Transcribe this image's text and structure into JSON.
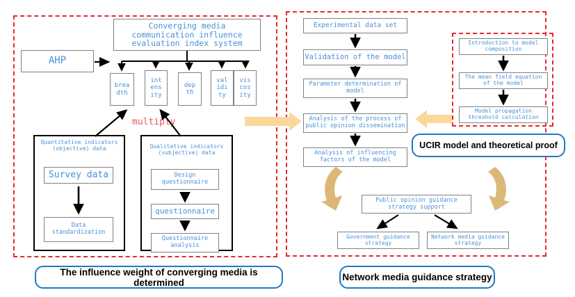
{
  "figure": {
    "left_panel": {
      "caption": "The influence weight of converging media is determined",
      "root_box": "Converging media\ncommunication influence\nevaluation index system",
      "method_box": "AHP",
      "multiply_label": "multiply",
      "indices": [
        {
          "label": "brea\ndth",
          "full": "breadth"
        },
        {
          "label": "int\nens\nity",
          "full": "intensity"
        },
        {
          "label": "dep\nth",
          "full": "depth"
        },
        {
          "label": "val\nidi\nty",
          "full": "validity"
        },
        {
          "label": "vis\ncos\nity",
          "full": "viscosity"
        }
      ],
      "quantitative": {
        "title": "Quantitative indicators\n(objective) data",
        "steps": [
          "Survey data",
          "Data\nstandardization"
        ]
      },
      "qualitative": {
        "title": "Qualitative indicators\n(subjective) data",
        "steps": [
          "Design\nquestionnaire",
          "questionnaire",
          "Questionnaire\nanalysis"
        ]
      }
    },
    "right_panel": {
      "caption": "Network media guidance strategy",
      "model_caption": "UCIR model and theoretical proof",
      "main_flow": [
        "Experimental data set",
        "Validation of the model",
        "Parameter determination of\nmodel",
        "Analysis of the process of\npublic opinion dissemination",
        "Analysis of influencing\nfactors of the model"
      ],
      "model_flow": [
        "Introduction to model\ncomposition",
        "The mean field equation\nof the model",
        "Model propagation\nthreshold calculation"
      ],
      "strategy_hub": "Public opinion guidance\nstrategy support",
      "strategies": [
        "Government guidance\nstrategy",
        "Network media guidance\nstrategy"
      ]
    },
    "colors": {
      "box_text": "#4a90d9",
      "region_border": "#e8262c",
      "caption_border": "#1f78c1",
      "flow_arrow": "#000000",
      "transfer_arrow": "#fbd79a",
      "loop_arrow": "#d9b474",
      "multiply": "#e8555f"
    }
  }
}
